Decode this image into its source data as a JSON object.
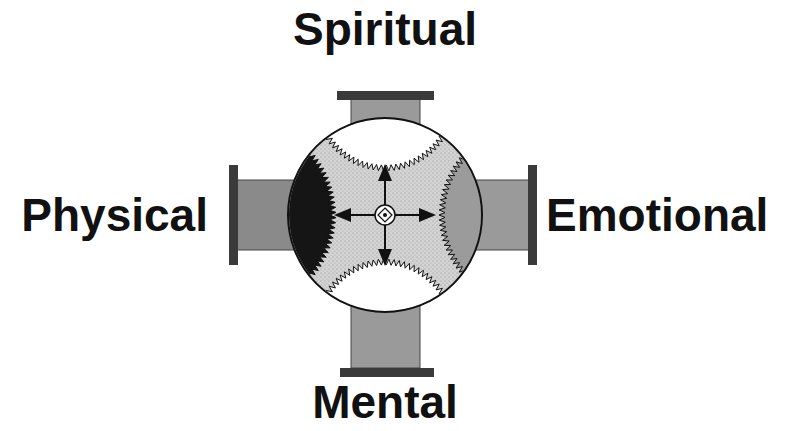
{
  "diagram": {
    "labels": [
      "Spiritual",
      "Physical",
      "Emotional",
      "Mental"
    ]
  }
}
